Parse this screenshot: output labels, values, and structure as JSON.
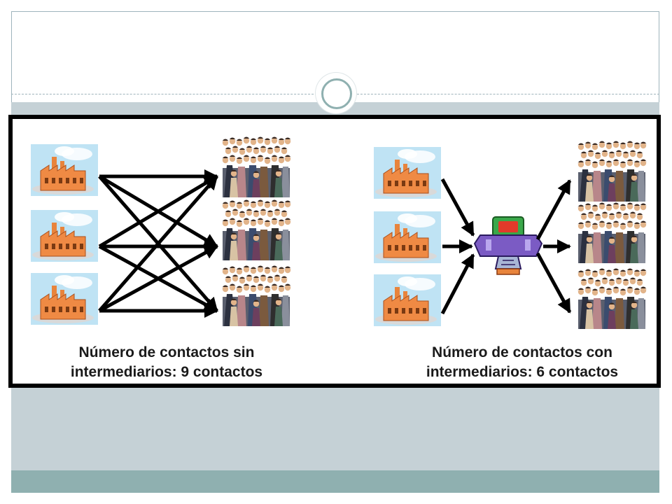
{
  "slide": {
    "caption_left": {
      "line1": "Número de contactos sin",
      "line2": "intermediarios: 9 contactos"
    },
    "caption_right": {
      "line1": "Número de contactos con",
      "line2": "intermediarios: 6 contactos"
    }
  },
  "colors": {
    "accent": "#8fb0b0",
    "band": "#c5d1d6",
    "frame": "#000000"
  }
}
